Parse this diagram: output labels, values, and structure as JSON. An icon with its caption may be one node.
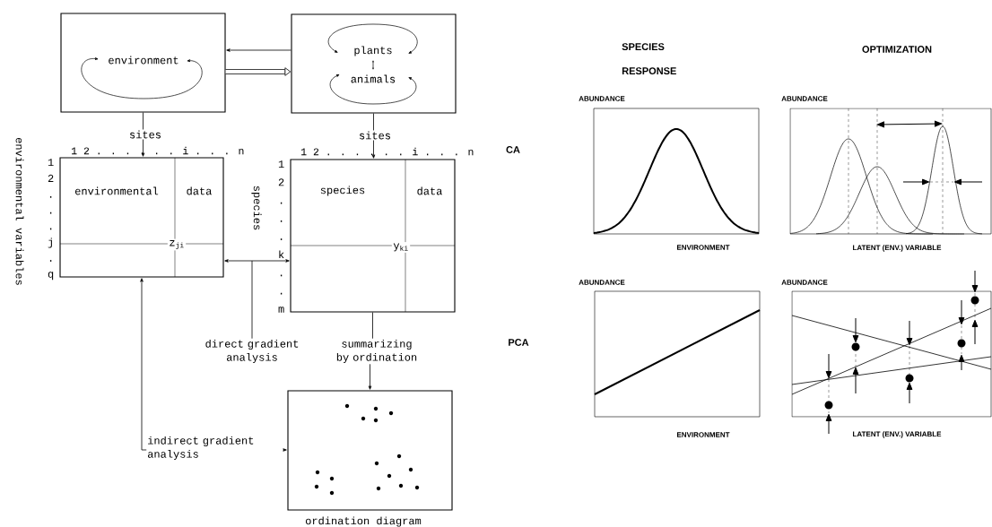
{
  "diagram": {
    "nodes": [
      {
        "text": [
          "environment"
        ]
      },
      {
        "text": [
          "plants",
          "animals"
        ]
      },
      {
        "text": [
          "environmental",
          "data",
          "z$_{ji}$"
        ]
      },
      {
        "text": [
          "species",
          "data",
          "y$_{ki}$"
        ]
      },
      {
        "text": [
          "ordination diagram"
        ]
      },
      {
        "text": [
          "direct gradient analysis"
        ]
      },
      {
        "text": [
          "summarizing by ordination"
        ]
      }
    ],
    "edges": [
      {
        "from": 1,
        "to": 0,
        "arrow": "to"
      },
      {
        "from": 0,
        "to": 1,
        "arrow": "to",
        "style": "thick"
      },
      {
        "from": 0,
        "to": 2,
        "arrow": "to",
        "label": "sites"
      },
      {
        "from": 1,
        "to": 3,
        "arrow": "to",
        "label": "sites"
      },
      {
        "from": 2,
        "to": 3,
        "arrow": "both"
      },
      {
        "from": 5,
        "to": null,
        "arrow": "none"
      },
      {
        "from": 3,
        "to": 6,
        "arrow": "none"
      },
      {
        "from": 6,
        "to": 4,
        "arrow": "to"
      },
      {
        "from": 4,
        "to": 2,
        "arrow": "both",
        "label": "indirect gradient analysis"
      }
    ],
    "labels": [
      "SPECIES RESPONSE",
      "OPTIMIZATION",
      "ABUNDANCE",
      "ABUNDANCE",
      "environmental variables",
      "1 2 . . . . . . i . . . n",
      "1 2 . . . . . . i . . . n",
      "1 2 . . . j . q",
      "species",
      "1 2 . . . k . . m",
      "CA",
      "ENVIRONMENT",
      "LATENT (ENV.) VARIABLE",
      "ABUNDANCE",
      "ABUNDANCE",
      "PCA",
      "ENVIRONMENT",
      "LATENT (ENV.) VARIABLE"
    ]
  }
}
